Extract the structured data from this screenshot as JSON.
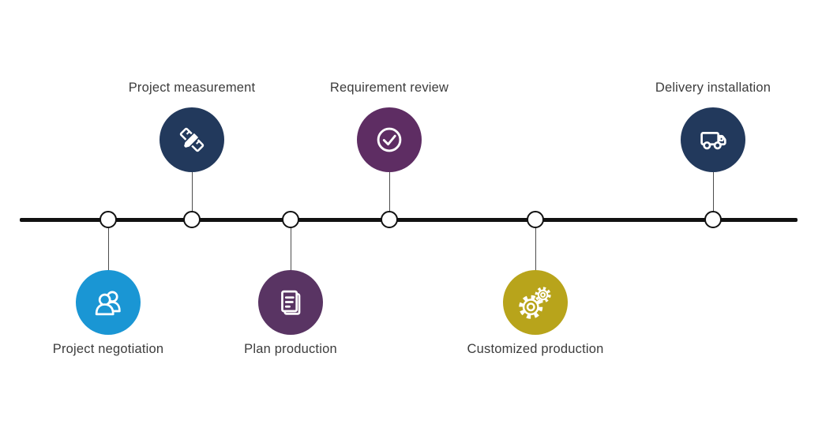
{
  "diagram": {
    "type": "process-timeline",
    "step_count": 6,
    "axis_color": "#111111",
    "connector_color": "#4d4d4d",
    "node_fill": "#ffffff",
    "node_border": "#111111",
    "label_text_color": "#3c3c3c",
    "background": "#ffffff"
  },
  "steps": [
    {
      "label": "Project negotiation",
      "icon": "users-icon",
      "color": "#1a96d4",
      "position": "below"
    },
    {
      "label": "Project measurement",
      "icon": "ruler-pencil-icon",
      "color": "#22395c",
      "position": "above"
    },
    {
      "label": "Plan production",
      "icon": "document-icon",
      "color": "#593463",
      "position": "below"
    },
    {
      "label": "Requirement review",
      "icon": "check-circle-icon",
      "color": "#5e2d63",
      "position": "above"
    },
    {
      "label": "Customized production",
      "icon": "gears-icon",
      "color": "#b8a41b",
      "position": "below"
    },
    {
      "label": "Delivery installation",
      "icon": "truck-icon",
      "color": "#22395c",
      "position": "above"
    }
  ]
}
